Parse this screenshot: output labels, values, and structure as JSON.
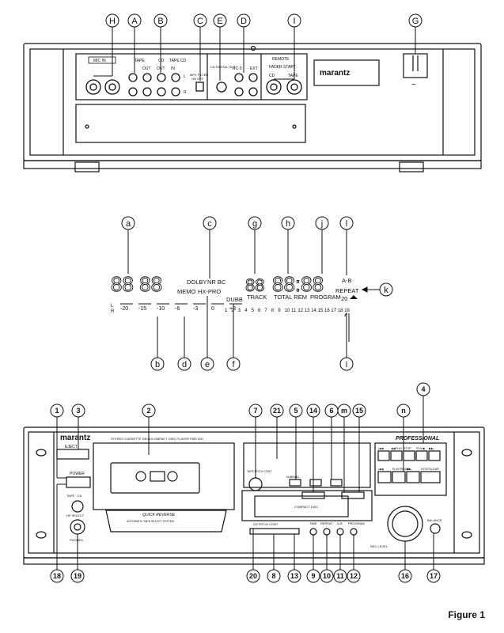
{
  "figure_label": "Figure 1",
  "rear_panel": {
    "callouts": [
      "H",
      "A",
      "B",
      "C",
      "E",
      "D",
      "I",
      "G"
    ],
    "labels": {
      "mic_in": "MIC IN",
      "tape": "TAPE",
      "cd": "CD",
      "tape_cd": "TAPE CD",
      "out": "OUT",
      "in": "IN",
      "mpx_filter": "MPX FILTER",
      "on_off": "ON  OFF",
      "cd_digital_out": "CD DIGITAL OUT",
      "remote": "REMOTE",
      "rc5": "RC-5",
      "ext": "EXT",
      "fader_start": "FADER START",
      "cd_f": "CD",
      "tape_f": "TAPE",
      "l": "L",
      "r": "R",
      "brand": "marantz",
      "ac": "~"
    }
  },
  "display": {
    "callouts_top": [
      "a",
      "c",
      "g",
      "h",
      "j",
      "l"
    ],
    "callouts_bottom": [
      "b",
      "d",
      "e",
      "f",
      "i"
    ],
    "callout_k": "k",
    "dolby": "DOLBY",
    "nr_bc": "NR BC",
    "memo": "MEMO",
    "hx_pro": "HX-PRO",
    "dubb": "DUBB",
    "track": "TRACK",
    "total_rem": "TOTAL REM",
    "program": "PROGRAM",
    "ab": "A-B",
    "repeat": "REPEAT",
    "twenty": "20",
    "lr_l": "L",
    "lr_r": "R",
    "meter_scale": [
      "-20",
      "-15",
      "-10",
      "-6",
      "-3",
      "0",
      "+3"
    ],
    "track_numbers": [
      "1",
      "2",
      "3",
      "4",
      "5",
      "6",
      "7",
      "8",
      "9",
      "10",
      "11",
      "12",
      "13",
      "14",
      "15",
      "16",
      "17",
      "18",
      "19"
    ]
  },
  "front_panel": {
    "callouts_top": [
      "1",
      "3",
      "2",
      "7",
      "21",
      "5",
      "14",
      "6",
      "m",
      "15",
      "n",
      "4"
    ],
    "callouts_bottom": [
      "18",
      "19",
      "20",
      "8",
      "13",
      "9",
      "10",
      "11",
      "12",
      "16",
      "17"
    ],
    "brand": "marantz",
    "model_text": "STEREO CASSETTE DECK/COMPACT DISC PLAYER PMD 500",
    "professional": "PROFESSIONAL",
    "eject": "EJECT",
    "power": "POWER",
    "tape_cd_sel": "TAPE · CD",
    "hp_select": "HP SELECT",
    "phones": "PHONES",
    "quick_reverse": "QUICK REVERSE",
    "auto_tape_select": "AUTOMATIC TAPE SELECT SYSTEM",
    "cd_pitch": "CD PITCH CONT",
    "compact_disc": "COMPACT DISC",
    "time": "TIME",
    "repeat_btn": "REPEAT",
    "ab_btn": "A-B",
    "program_btn": "PROGRAM",
    "rec_level": "REC LEVEL",
    "balance": "BALANCE",
    "tape_pitch": "TAPE PITCH CONT",
    "dubbing": "DUBBING",
    "tape_section": "TAPE",
    "cd_section": "CD",
    "cd_button_top": [
      "|◀◀",
      "◀◀PLAY",
      "STOP",
      "PLAY▶",
      "▶▶|"
    ],
    "cd_button_bottom": [
      "|◀◀",
      "PLAY/PAUSE",
      "▶▶|",
      "STOP/CLEAR"
    ]
  }
}
